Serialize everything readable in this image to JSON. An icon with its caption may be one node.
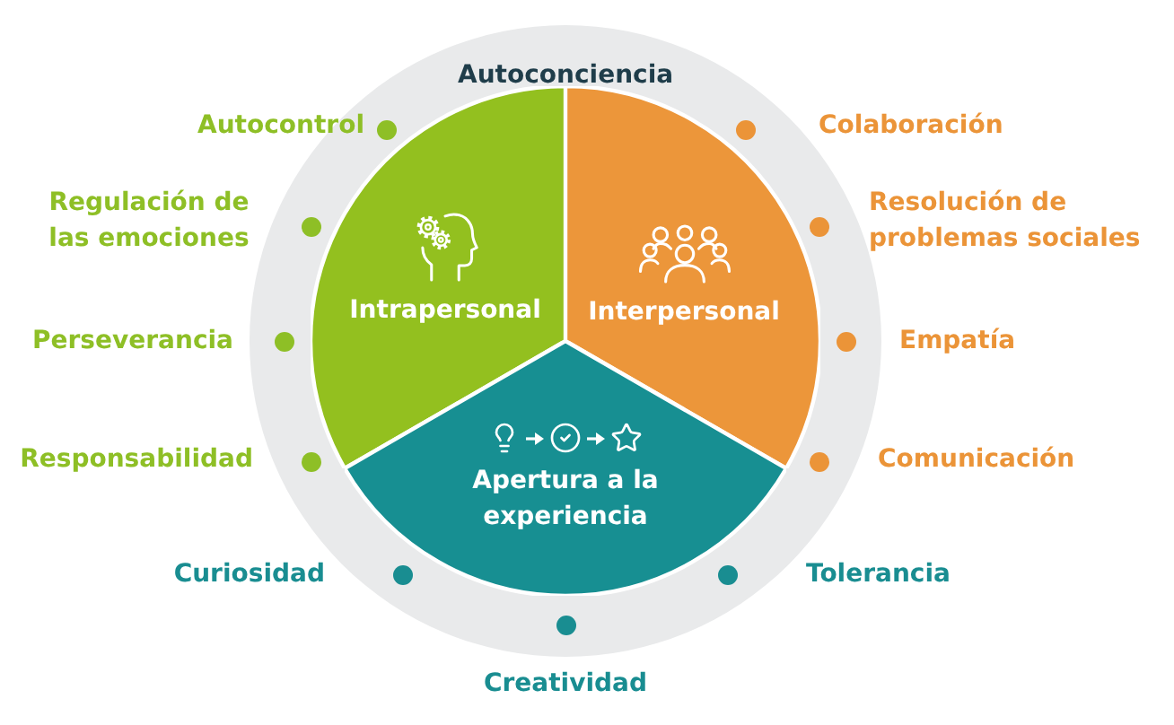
{
  "diagram": {
    "nodes": [
      {
        "text": [
          "Autoconciencia"
        ]
      },
      {
        "text": [
          "Intrapersonal"
        ],
        "in": 0,
        "beside": [
          "Autocontrol",
          "Regulación de las emociones",
          "Perseverancia",
          "Responsabilidad"
        ]
      },
      {
        "text": [
          "Interpersonal"
        ],
        "in": 0,
        "beside": [
          "Colaboración",
          "Resolución de problemas sociales",
          "Empatía",
          "Comunicación"
        ]
      },
      {
        "text": [
          "Apertura a la experiencia"
        ],
        "in": 0,
        "beside": [
          "Curiosidad",
          "Tolerancia",
          "Creatividad"
        ]
      }
    ]
  }
}
